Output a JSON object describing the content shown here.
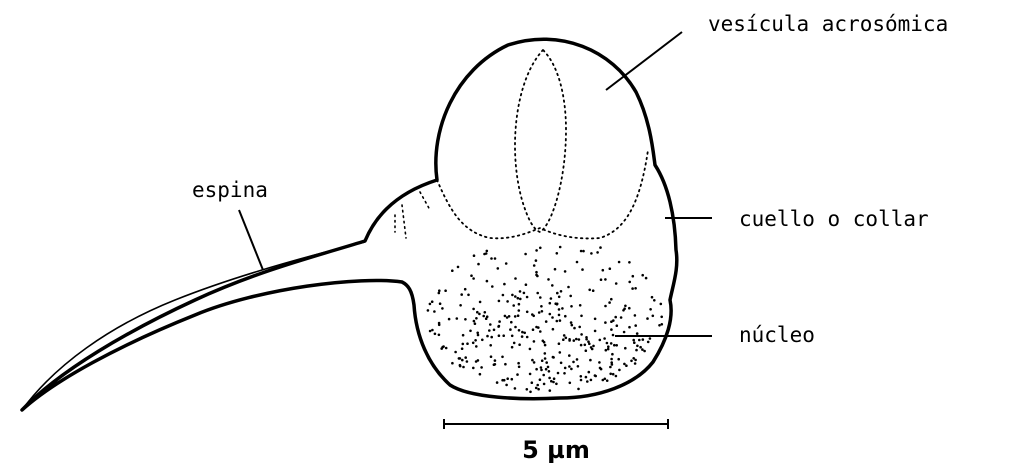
{
  "labels": {
    "acrosomal_vesicle": "vesícula acrosómica",
    "spine": "espina",
    "neck": "cuello o collar",
    "nucleus": "núcleo"
  },
  "scale_bar": {
    "label": "5 µm"
  }
}
